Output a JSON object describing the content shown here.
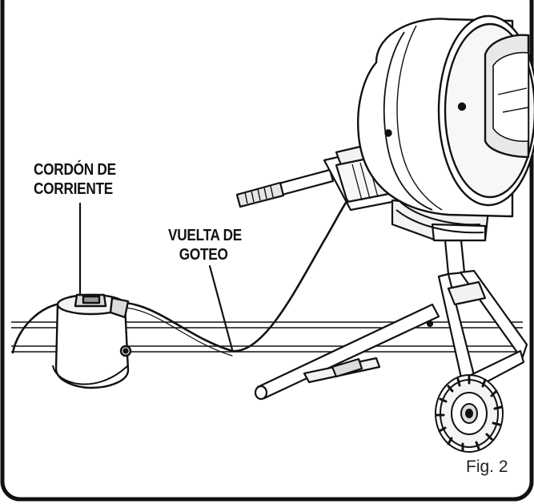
{
  "labels": {
    "power_cord_line1": "CORDÓN DE",
    "power_cord_line2": "CORRIENTE",
    "drip_loop_line1": "VUELTA DE",
    "drip_loop_line2": "GOTEO"
  },
  "figure_caption": "Fig. 2",
  "colors": {
    "ink": "#111111",
    "paper": "#ffffff",
    "fill_light": "#f2f2f2",
    "fill_mid": "#dcdcdc",
    "fill_dark": "#9a9a9a"
  }
}
